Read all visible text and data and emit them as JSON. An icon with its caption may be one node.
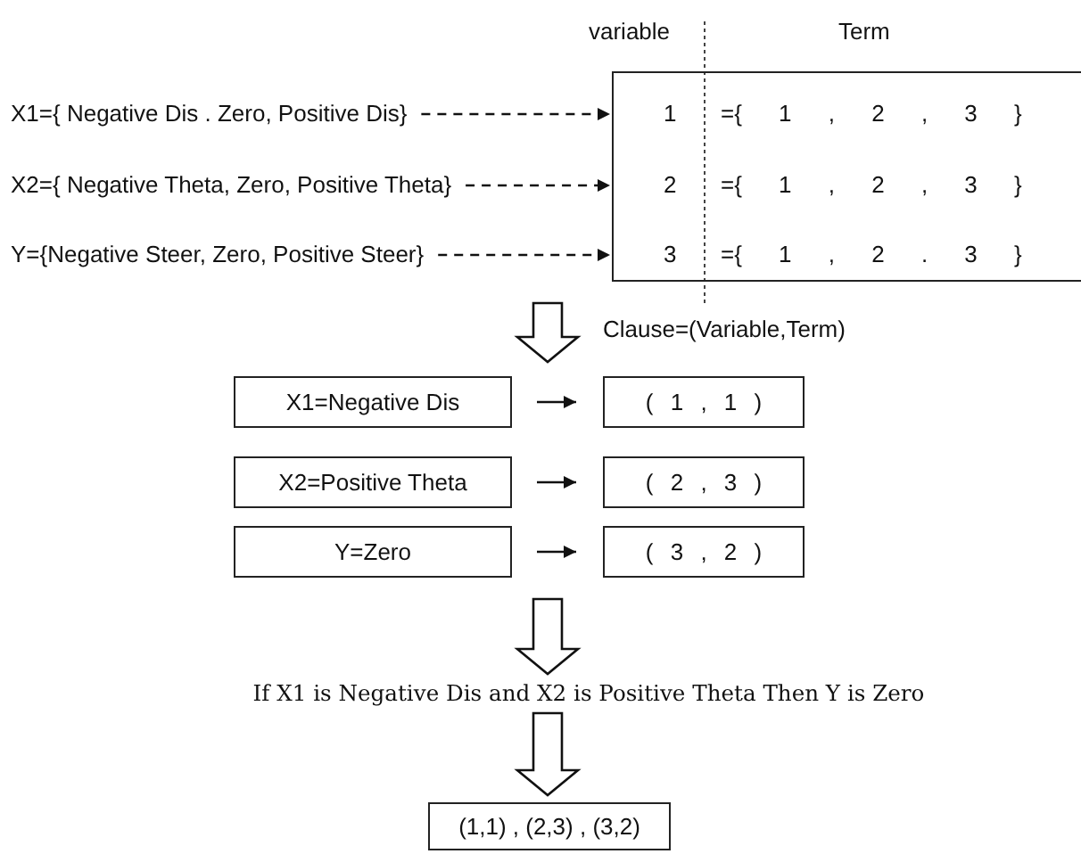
{
  "diagram": {
    "nodes": [
      {
        "text": [
          "X1={ Negative Dis . Zero, Positive Dis}"
        ]
      },
      {
        "text": [
          "X2={ Negative Theta, Zero, Positive Theta}"
        ]
      },
      {
        "text": [
          "Y={Negative Steer, Zero, Positive Steer}"
        ]
      },
      {
        "text": [],
        "shape": "box"
      },
      {
        "text": [
          "1",
          "={ 1 , 2 , 3 }"
        ],
        "in": 3
      },
      {
        "text": [
          "2",
          "={ 1 , 2 , 3 }"
        ],
        "in": 3
      },
      {
        "text": [
          "3",
          "={ 1 , 2 . 3 }"
        ],
        "in": 3
      },
      {
        "text": [
          "X1=Negative Dis"
        ]
      },
      {
        "text": [
          "( 1 , 1 )"
        ]
      },
      {
        "text": [
          "X2=Positive Theta"
        ]
      },
      {
        "text": [
          "( 2 , 3 )"
        ]
      },
      {
        "text": [
          "Y=Zero"
        ]
      },
      {
        "text": [
          "( 3 , 2 )"
        ]
      },
      {
        "text": [
          "If X1 is Negative Dis and X2 is Positive Theta Then Y is Zero"
        ]
      },
      {
        "text": [
          "(1,1) , (2,3) , (3,2)"
        ]
      }
    ],
    "edges": [
      {
        "from": 0,
        "to": 4,
        "arrow": "to",
        "style": "dashed"
      },
      {
        "from": 1,
        "to": 5,
        "arrow": "to",
        "style": "dashed"
      },
      {
        "from": 2,
        "to": 6,
        "arrow": "to",
        "style": "dashed"
      },
      {
        "from": 3,
        "to": null,
        "arrow": "to",
        "style": "thick"
      },
      {
        "from": 7,
        "to": 8,
        "arrow": "to"
      },
      {
        "from": 9,
        "to": 10,
        "arrow": "to"
      },
      {
        "from": 11,
        "to": 12,
        "arrow": "to"
      },
      {
        "from": null,
        "to": 13,
        "arrow": "to",
        "style": "thick"
      },
      {
        "from": 13,
        "to": 14,
        "arrow": "to",
        "style": "thick"
      }
    ],
    "labels": [
      "variable",
      "Term",
      "Clause=(Variable,Term)"
    ]
  }
}
